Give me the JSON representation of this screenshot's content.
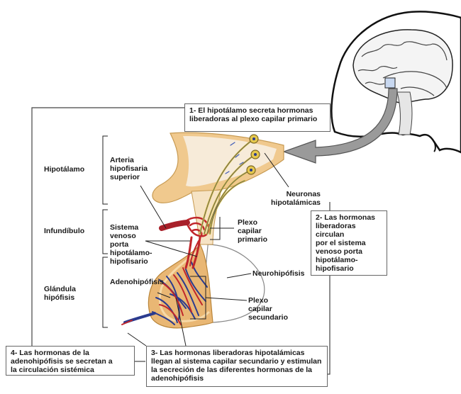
{
  "boxes": {
    "step1": "1- El hipotálamo  secreta hormonas\nliberadoras al plexo capilar primario",
    "step2": "2- Las hormonas\nliberadoras circulan\npor el sistema\nvenoso porta\nhipotálamo-\nhipofisario",
    "step3": "3- Las hormonas liberadoras hipotalámicas\nllegan al sistema capilar secundario y estimulan\nla secreción de las diferentes hormonas de la\nadenohipófisis",
    "step4": "4- Las hormonas de la\nadenohipófisis se secretan a\nla circulación sistémica"
  },
  "regions": {
    "hypothalamus": "Hipotálamo",
    "infundibulum": "Infundíbulo",
    "pituitary": "Glándula\nhipófisis"
  },
  "labels": {
    "artery": "Arteria\nhipofisaria\nsuperior",
    "portal_system": "Sistema\nvenoso\nporta\nhipotálamo-\nhipofisario",
    "adenohypophysis": "Adenohipófisis",
    "neurons": "Neuronas\nhipotalámicas",
    "primary_plexus": "Plexo\ncapilar\nprimario",
    "neurohypophysis": "Neurohipófisis",
    "secondary_plexus": "Plexo\ncapilar\nsecundario"
  }
}
